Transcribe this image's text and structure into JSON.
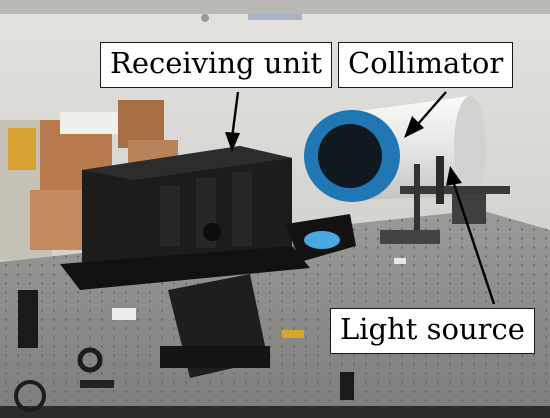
{
  "figure": {
    "kind": "photograph of an optical test bench with annotated labels",
    "labels": {
      "receiving_unit": "Receiving unit",
      "collimator": "Collimator",
      "light_source": "Light source"
    },
    "colors": {
      "label_background": "#ffffff",
      "label_border": "#1a1a1a",
      "arrow": "#000000",
      "collimator_face": "#1f78b4",
      "collimator_aperture": "#101820",
      "optical_table": "#8f8f8f",
      "wall": "#d9d7d3"
    }
  }
}
